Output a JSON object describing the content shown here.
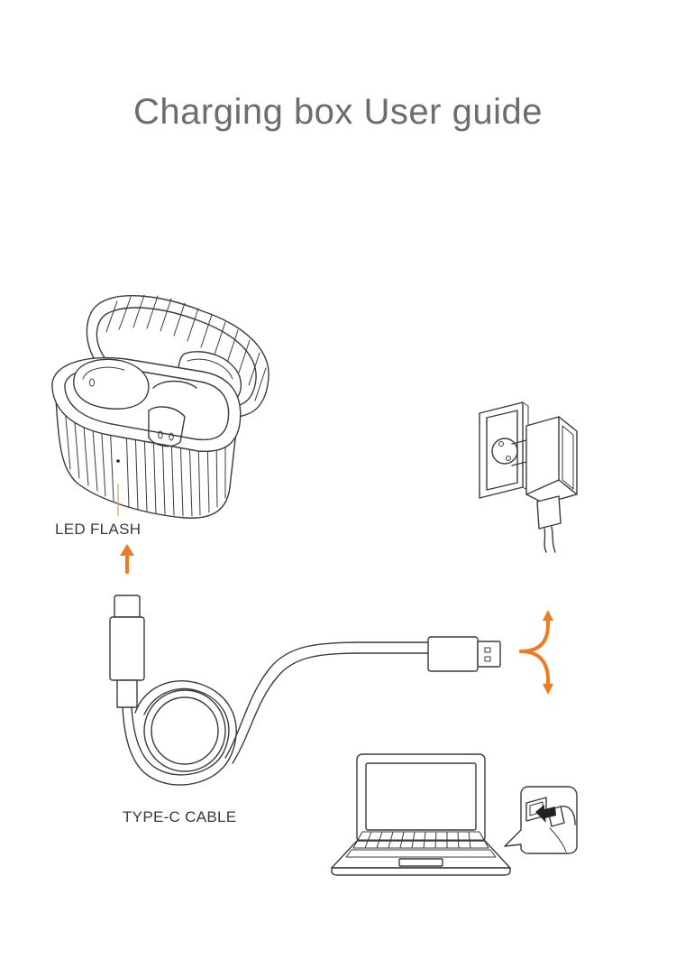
{
  "title": "Charging box User guide",
  "labels": {
    "led_flash": "LED FLASH",
    "type_c_cable": "TYPE-C CABLE"
  },
  "colors": {
    "arrow": "#ee7b22",
    "line": "#3a3a3a",
    "title": "#6d6d6d"
  },
  "icons": [
    "charging-case-icon",
    "wall-adapter-icon",
    "usb-cable-icon",
    "laptop-icon",
    "usb-port-icon"
  ]
}
